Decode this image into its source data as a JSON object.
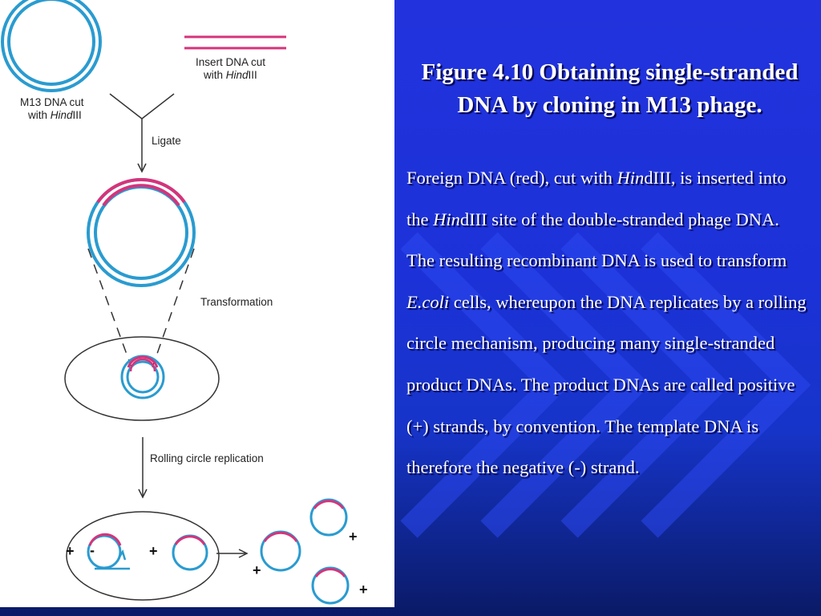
{
  "slide": {
    "title": "Figure 4.10  Obtaining single-stranded DNA by cloning in M13 phage.",
    "body": {
      "t1": "Foreign DNA (red), cut with ",
      "t2": "Hin",
      "t3": "dIII, is inserted into the ",
      "t4": "Hin",
      "t5": "dIII site of the double-stranded phage DNA. The resulting recombinant DNA is used to transform ",
      "t6": "E.coli",
      "t7": " cells, whereupon the DNA replicates by a rolling circle mechanism, producing many single-stranded product DNAs. The product DNAs are called positive (+) strands, by convention. The template DNA is therefore the negative (-) strand."
    }
  },
  "diagram": {
    "insert_label": {
      "l1": "Insert DNA cut",
      "l2a": "with ",
      "l2b": "Hind",
      "l2c": "III"
    },
    "m13_label": {
      "l1": "M13 DNA cut",
      "l2a": "with ",
      "l2b": "Hind",
      "l2c": "III"
    },
    "step_ligate": "Ligate",
    "step_transformation": "Transformation",
    "step_rolling": "Rolling circle replication",
    "plus": "+",
    "minus": "-"
  },
  "colors": {
    "dna_blue": "#2a9bd0",
    "dna_red": "#d6337a",
    "slide_blue": "#1c32d8",
    "text_white": "#ffffff"
  }
}
